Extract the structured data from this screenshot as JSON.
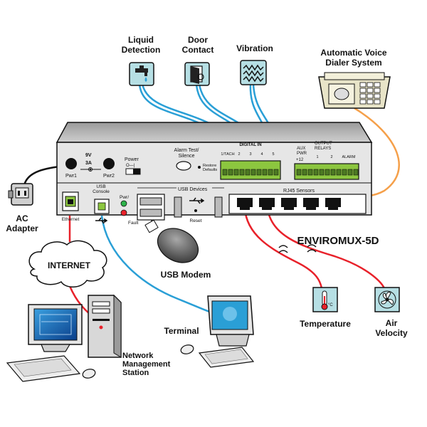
{
  "sensors_top": {
    "liquid": "Liquid\nDetection",
    "door": "Door\nContact",
    "vibration": "Vibration"
  },
  "dialer": "Automatic Voice\nDialer System",
  "ac_adapter": "AC\nAdapter",
  "product_name": "ENVIROMUX-5D",
  "usb_modem": "USB Modem",
  "internet": "INTERNET",
  "terminal": "Terminal",
  "nms": "Network\nManagement\nStation",
  "temperature": "Temperature",
  "air_velocity": "Air\nVelocity",
  "panel": {
    "pwr1": "Pwr1",
    "pwr2": "Pwr2",
    "volt": "9V",
    "amp": "3A",
    "power": "Power",
    "power_sym": "O—|",
    "alarm_test": "Alarm Test/\nSilence",
    "restore": "Restore\nDefaults",
    "digital_in": "DIGITAL IN",
    "digital_nums": [
      "1/TACH",
      "2",
      "3",
      "4",
      "5"
    ],
    "aux_pwr": "AUX\nPWR",
    "aux_vdc": "+12",
    "output_relays": "OUTPUT\nRELAYS",
    "relay_nums": [
      "1",
      "2",
      "ALARM"
    ],
    "usb_console": "USB\nConsole",
    "pwr_fault_top": "Pwr/",
    "fault": "Fault",
    "usb_devices": "USB Devices",
    "reset": "Reset",
    "rj45": "RJ45 Sensors",
    "ethernet": "Ethernet"
  },
  "temp_unit": "°C",
  "colors": {
    "sensor_wire": "#2a9fd6",
    "rj45_wire": "#e8212a",
    "dialer_wire": "#f5a04a",
    "panel_face": "#e6e6e6",
    "panel_top": "#b8b8b8",
    "terminal_green": "#8cc63f",
    "icon_box": "#b6dfe4"
  }
}
